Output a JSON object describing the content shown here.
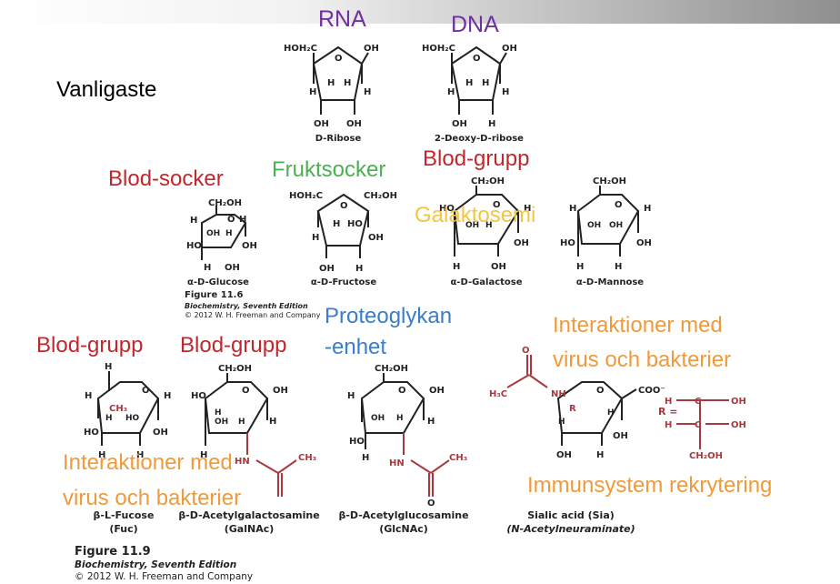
{
  "labels": {
    "rna": "RNA",
    "dna": "DNA",
    "vanligaste": "Vanligaste",
    "blod_socker": "Blod-socker",
    "fruktsocker": "Fruktsocker",
    "blod_grupp_top": "Blod-grupp",
    "galaktosemi": "Galaktosemi",
    "proteoglykan_1": "Proteoglykan",
    "proteoglykan_2": "-enhet",
    "interaktioner_right_1": "Interaktioner med",
    "interaktioner_right_2": "virus och bakterier",
    "blod_grupp_left_1": "Blod-grupp",
    "blod_grupp_left_2": "Blod-grupp",
    "interaktioner_left_1": "Interaktioner med",
    "interaktioner_left_2": "virus och bakterier",
    "immunsystem": "Immunsystem rekrytering"
  },
  "colors": {
    "purple": "#7030a0",
    "red": "#c0282d",
    "green": "#4caf50",
    "yellow": "#f4c542",
    "blue": "#3a7dc9",
    "orange": "#ef9a3c",
    "structure_red": "#a8393e"
  },
  "molecules": {
    "ribose": "D-Ribose",
    "deoxyribose": "2-Deoxy-D-ribose",
    "glucose": "α-D-Glucose",
    "fructose": "α-D-Fructose",
    "galactose": "α-D-Galactose",
    "mannose": "α-D-Mannose",
    "fucose": "β-L-Fucose",
    "fucose_abbr": "(Fuc)",
    "galnac": "β-D-Acetylgalactosamine",
    "galnac_abbr": "(GalNAc)",
    "glcnac": "β-D-Acetylglucosamine",
    "glcnac_abbr": "(GlcNAc)",
    "sialic": "Sialic acid (Sia)",
    "sialic_abbr": "(N-Acetylneuraminate)"
  },
  "figure_11_6": {
    "title": "Figure 11.6",
    "book": "Biochemistry, Seventh Edition",
    "copyright": "© 2012 W. H. Freeman and Company"
  },
  "figure_11_9": {
    "title": "Figure 11.9",
    "book": "Biochemistry, Seventh Edition",
    "copyright": "© 2012 W. H. Freeman and Company"
  }
}
